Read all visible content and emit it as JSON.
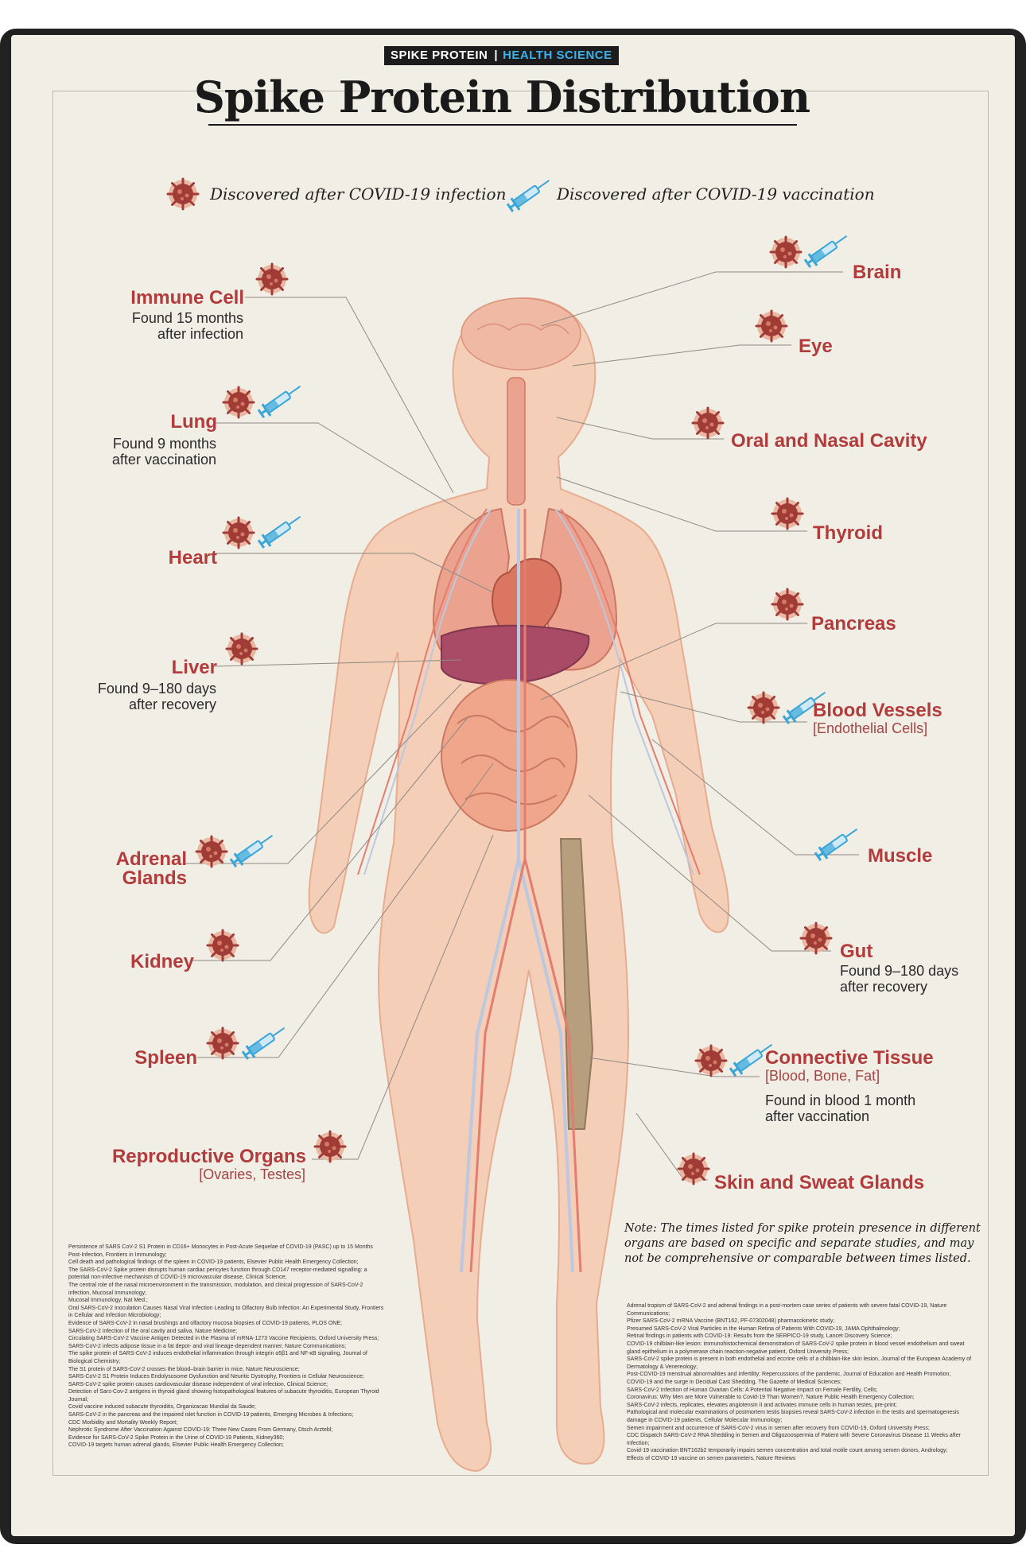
{
  "tag": {
    "left": "SPIKE PROTEIN",
    "sep": "|",
    "right": "HEALTH SCIENCE"
  },
  "title": "Spike Protein Distribution",
  "legend": {
    "infection": "Discovered after COVID-19 infection",
    "vaccination": "Discovered after COVID-19 vaccination"
  },
  "colors": {
    "label": "#b23b3b",
    "virus": "#a03b35",
    "syringe": "#3aa6d8",
    "body": "#f4c8b0"
  },
  "organs": {
    "immune": {
      "name": "Immune Cell",
      "note1": "Found 15 months",
      "note2": "after infection"
    },
    "lung": {
      "name": "Lung",
      "note1": "Found 9 months",
      "note2": "after vaccination"
    },
    "heart": {
      "name": "Heart"
    },
    "liver": {
      "name": "Liver",
      "note1": "Found 9–180 days",
      "note2": "after recovery"
    },
    "adrenal": {
      "name1": "Adrenal",
      "name2": "Glands"
    },
    "kidney": {
      "name": "Kidney"
    },
    "spleen": {
      "name": "Spleen"
    },
    "repro": {
      "name": "Reproductive Organs",
      "sub": "[Ovaries, Testes]"
    },
    "brain": {
      "name": "Brain"
    },
    "eye": {
      "name": "Eye"
    },
    "oral": {
      "name": "Oral and Nasal Cavity"
    },
    "thyroid": {
      "name": "Thyroid"
    },
    "pancreas": {
      "name": "Pancreas"
    },
    "vessels": {
      "name": "Blood Vessels",
      "sub": "[Endothelial Cells]"
    },
    "muscle": {
      "name": "Muscle"
    },
    "gut": {
      "name": "Gut",
      "note1": "Found 9–180 days",
      "note2": "after recovery"
    },
    "connective": {
      "name": "Connective Tissue",
      "sub": "[Blood, Bone, Fat]",
      "note1": "Found in blood 1 month",
      "note2": "after vaccination"
    },
    "skin": {
      "name": "Skin and Sweat Glands"
    }
  },
  "disclaimer": "Note:  The times listed for spike protein presence in different organs are based on specific and separate studies, and may not be comprehensive or comparable between times listed.",
  "refs_left": [
    "Persistence of SARS CoV-2 S1 Protein in CD16+ Monocytes in Post-Acute Sequelae of COVID-19 (PASC) up to 15 Months Post-Infection, Frontiers in Immunology;",
    "Cell death and pathological findings of the spleen in COVID-19 patients, Elsevier Public Health Emergency Collection;",
    "The SARS-CoV-2 Spike protein disrupts human cardiac pericytes function through CD147 receptor-mediated signalling: a potential non-infective mechanism of COVID-19 microvascular disease, Clinical Science;",
    "The central role of the nasal microenvironment in the transmission, modulation, and clinical progression of SARS-CoV-2 infection, Mucosal Immunology;",
    "Mucosal Immunology, Nat Med.;",
    "Oral SARS-CoV-2 Inoculation Causes Nasal Viral Infection Leading to Olfactory Bulb Infection: An Experimental Study, Frontiers in Cellular and Infection Microbiology;",
    "Evidence of SARS-CoV-2 in nasal brushings and olfactory mucosa biopsies of COVID-19 patients, PLOS ONE;",
    "SARS-CoV-2 infection of the oral cavity and saliva, Nature Medicine;",
    "Circulating SARS-CoV-2 Vaccine Antigen Detected in the Plasma of mRNA-1273 Vaccine Recipients, Oxford University Press;",
    "SARS-CoV-2 infects adipose tissue in a fat depot- and viral lineage-dependent manner, Nature Communications;",
    "The spike protein of SARS-CoV-2 induces endothelial inflammation through integrin α5β1 and NF-κB signaling, Journal of Biological Chemistry;",
    "The S1 protein of SARS-CoV-2 crosses the blood–brain barrier in mice, Nature Neuroscience;",
    "SARS-CoV-2 S1 Protein Induces Endolysosome Dysfunction and Neuritic Dystrophy, Frontiers in Cellular Neuroscience;",
    "SARS-CoV-2 spike protein causes cardiovascular disease independent of viral infection, Clinical Science;",
    "Detection of Sars-Cov-2 antigens in thyroid gland showing histopathological features of subacute thyroiditis, European Thyroid Journal;",
    "Covid vaccine induced subacute thyroiditis, Organizacao Mundial da Saude;",
    "SARS-CoV-2 in the pancreas and the impaired islet function in COVID-19 patients, Emerging Microbes & Infections;",
    "CDC Morbidity and Mortality Weekly Report;",
    "Nephrotic Syndrome After Vaccination Against COVID-19: Three New Cases From Germany, Dtsch Arztebl;",
    "Evidence for SARS-CoV-2 Spike Protein in the Urine of COVID-19 Patients, Kidney360;",
    "COVID-19 targets human adrenal glands, Elsevier Public Health Emergency Collection;"
  ],
  "refs_right": [
    "Adrenal tropism of SARS-CoV-2 and adrenal findings in a post-mortem case series of patients with severe fatal COVID-19, Nature Communications;",
    "Pfizer SARS-CoV-2 mRNA Vaccine (BNT162, PF-07302048) pharmacokinetic study;",
    "Presumed SARS-CoV-2 Viral Particles in the Human Retina of Patients With COVID-19, JAMA Ophthalmology;",
    "Retinal findings in patients with COVID-19: Results from the SERPICO-19 study, Lancet Discovery Science;",
    "COVID-19 chilblain-like lesion: immunohistochemical demonstration of SARS-CoV-2 spike protein in blood vessel endothelium and sweat gland epithelium in a polymerase chain reaction-negative patient, Oxford University Press;",
    "SARS-CoV-2 spike protein is present in both endothelial and eccrine cells of a chilblain-like skin lesion, Journal of the European Academy of Dermatology & Venereology;",
    "Post-COVID-19 menstrual abnormalities and infertility: Repercussions of the pandemic, Journal of Education and Health Promotion;",
    "COVID-19 and the surge in Decidual Cast Shedding, The Gazette of Medical Sciences;",
    "SARS-CoV-2 Infection of Human Ovarian Cells: A Potential Negative Impact on Female Fertility, Cells;",
    "Coronavirus: Why Men are More Vulnerable to Covid-19 Than Women?, Nature Public Health Emergency Collection;",
    "SARS-CoV-2 infects, replicates, elevates angiotensin II and activates immune cells in human testes, pre-print;",
    "Pathological and molecular examinations of postmortem testis biopsies reveal SARS-CoV-2 infection in the testis and spermatogenesis damage in COVID-19 patients, Cellular Molecular Immunology;",
    "Semen impairment and occurrence of SARS-CoV-2 virus in semen after recovery from COVID-19, Oxford University Press;",
    "CDC Dispatch SARS-CoV-2 RNA Shedding in Semen and Oligozoospermia of Patient with Severe Coronavirus Disease 11 Weeks after Infection;",
    "Covid-19 vaccination BNT162b2 temporarily impairs semen concentration and total motile count among semen donors, Andrology;",
    "Effects of COVID-19 vaccine on semen parameters, Nature Reviews"
  ]
}
